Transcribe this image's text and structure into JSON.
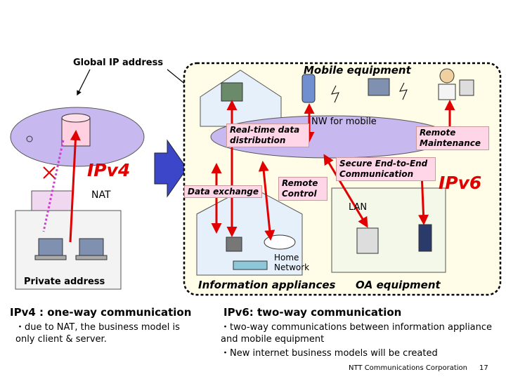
{
  "labels": {
    "global_ip": "Global IP address",
    "mobile_equipment": "Mobile equipment",
    "realtime": "Real-time data distribution",
    "nw_mobile": "NW for mobile",
    "remote_maint": "Remote Maintenance",
    "ipv4": "IPv4",
    "ipv6": "IPv6",
    "nat": "NAT",
    "data_exchange": "Data exchange",
    "remote_control": "Remote Control",
    "secure": "Secure End-to-End Communication",
    "lan": "LAN",
    "home_network": "Home Network",
    "private_address": "Private address",
    "info_appliances": "Information appliances",
    "oa_equipment": "OA equipment"
  },
  "left": {
    "title": "IPv4 : one-way communication",
    "body": "・due to NAT, the business model is only client & server."
  },
  "right": {
    "title": "IPv6: two-way communication",
    "line1": "・two-way communications between information appliance and mobile equipment",
    "line2": "・New internet business models will be created"
  },
  "footer": {
    "company": "NTT Communications Corporation",
    "page": "17"
  },
  "colors": {
    "arrow_red": "#e00000",
    "dotted_magenta": "#d040d0",
    "cloud_lavender": "#c8b8f0",
    "label_pink": "#ffd6e8",
    "building_green": "#f3f8e8",
    "house_blue": "#e6f0fb"
  }
}
